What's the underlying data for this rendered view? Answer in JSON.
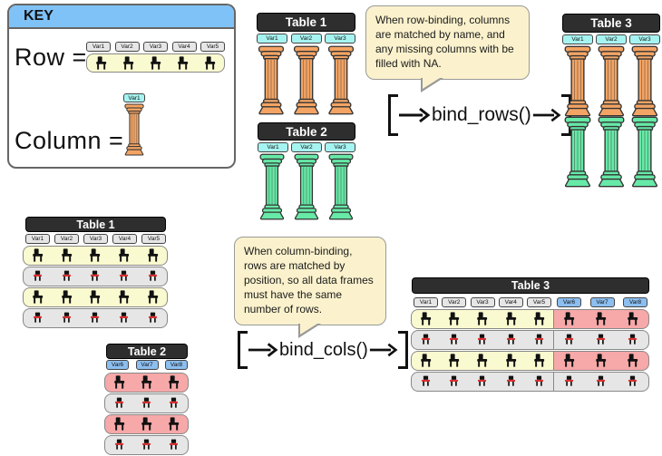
{
  "key": {
    "title": "KEY",
    "row_label": "Row =",
    "column_label": "Column =",
    "row_vars": [
      "Var1",
      "Var2",
      "Var3",
      "Var4",
      "Var5"
    ],
    "column_var": "Var1"
  },
  "row_binding": {
    "note": "When row-binding, columns are matched by name, and any missing columns with be filled with NA.",
    "fn": "bind_rows()",
    "table1": {
      "title": "Table 1",
      "vars": [
        "Var1",
        "Var2",
        "Var3"
      ]
    },
    "table2": {
      "title": "Table 2",
      "vars": [
        "Var1",
        "Var2",
        "Var3"
      ]
    },
    "table3": {
      "title": "Table 3",
      "vars": [
        "Var1",
        "Var2",
        "Var3"
      ]
    }
  },
  "col_binding": {
    "note": "When column-binding, rows are matched by position, so all data frames must have the same number of rows.",
    "fn": "bind_cols()",
    "table1": {
      "title": "Table 1",
      "vars": [
        "Var1",
        "Var2",
        "Var3",
        "Var4",
        "Var5"
      ]
    },
    "table2": {
      "title": "Table 2",
      "vars": [
        "Var6",
        "Var7",
        "Var8"
      ]
    },
    "table3": {
      "title": "Table 3",
      "left_vars": [
        "Var1",
        "Var2",
        "Var3",
        "Var4",
        "Var5"
      ],
      "right_vars": [
        "Var6",
        "Var7",
        "Var8"
      ]
    }
  },
  "icons": {
    "row_item": "chair-icon",
    "column_item": "pillar-icon"
  },
  "colors": {
    "key_header_blue": "#7FC2F7",
    "pillar_orange": "#F3A464",
    "pillar_green": "#67E9A7",
    "label_cyan": "#A6F4F1",
    "label_gray": "#E6E6E6",
    "label_blue": "#8CBEF0",
    "row_yellow": "#FAFAD0",
    "row_gray": "#E6E6E6",
    "row_pink": "#F7A8A8",
    "bubble": "#FBF2CD",
    "header_dark": "#2E2E2E",
    "chair_red": "#E03030"
  }
}
